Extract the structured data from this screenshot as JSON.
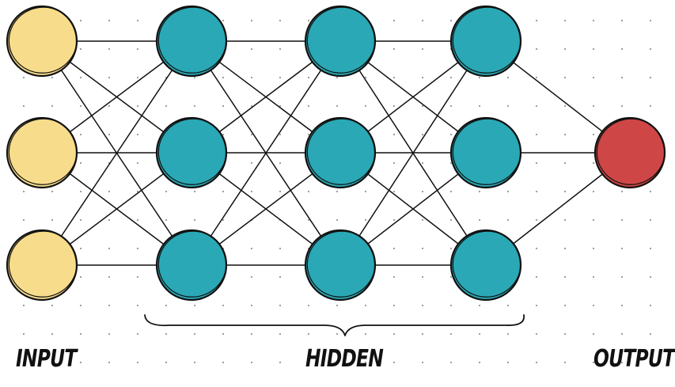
{
  "labels": {
    "input": "INPUT",
    "hidden": "HIDDEN",
    "output": "OUTPUT"
  },
  "layers": [
    {
      "id": "input",
      "nodes": 3
    },
    {
      "id": "hidden-1",
      "nodes": 3
    },
    {
      "id": "hidden-2",
      "nodes": 3
    },
    {
      "id": "hidden-3",
      "nodes": 3
    },
    {
      "id": "output",
      "nodes": 1
    }
  ],
  "colors": {
    "input": "#f7dc8b",
    "hidden": "#2aa8b5",
    "output": "#cf4646",
    "stroke": "#111111",
    "dot": "#9a9a9a"
  }
}
